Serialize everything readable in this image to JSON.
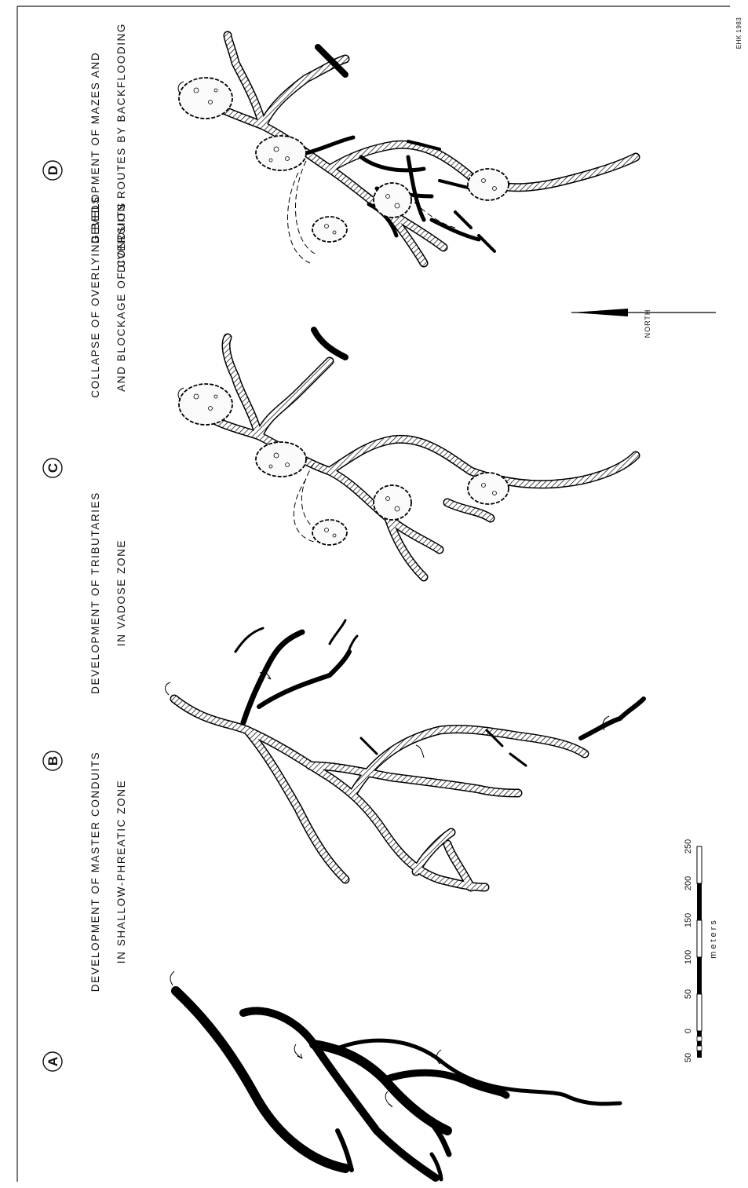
{
  "panels": [
    {
      "letter": "A",
      "caption_line1": "DEVELOPMENT  OF  MASTER  CONDUITS",
      "caption_line2": "IN  SHALLOW-PHREATIC  ZONE"
    },
    {
      "letter": "B",
      "caption_line1": "DEVELOPMENT  OF  TRIBUTARIES",
      "caption_line2": "IN  VADOSE  ZONE"
    },
    {
      "letter": "C",
      "caption_line1": "COLLAPSE  OF  OVERLYING  BEDS",
      "caption_line2": "AND  BLOCKAGE  OF  CONDUITS"
    },
    {
      "letter": "D",
      "caption_line1": "DEVELOPMENT  OF  MAZES  AND",
      "caption_line2": "DIVERSION  ROUTES  BY  BACKFLOODING"
    }
  ],
  "scale_bar": {
    "ticks": [
      "50",
      "0",
      "50",
      "100",
      "150",
      "200",
      "250"
    ],
    "unit": "meters"
  },
  "north_label": "NORTH",
  "credit": "EHK  1983"
}
